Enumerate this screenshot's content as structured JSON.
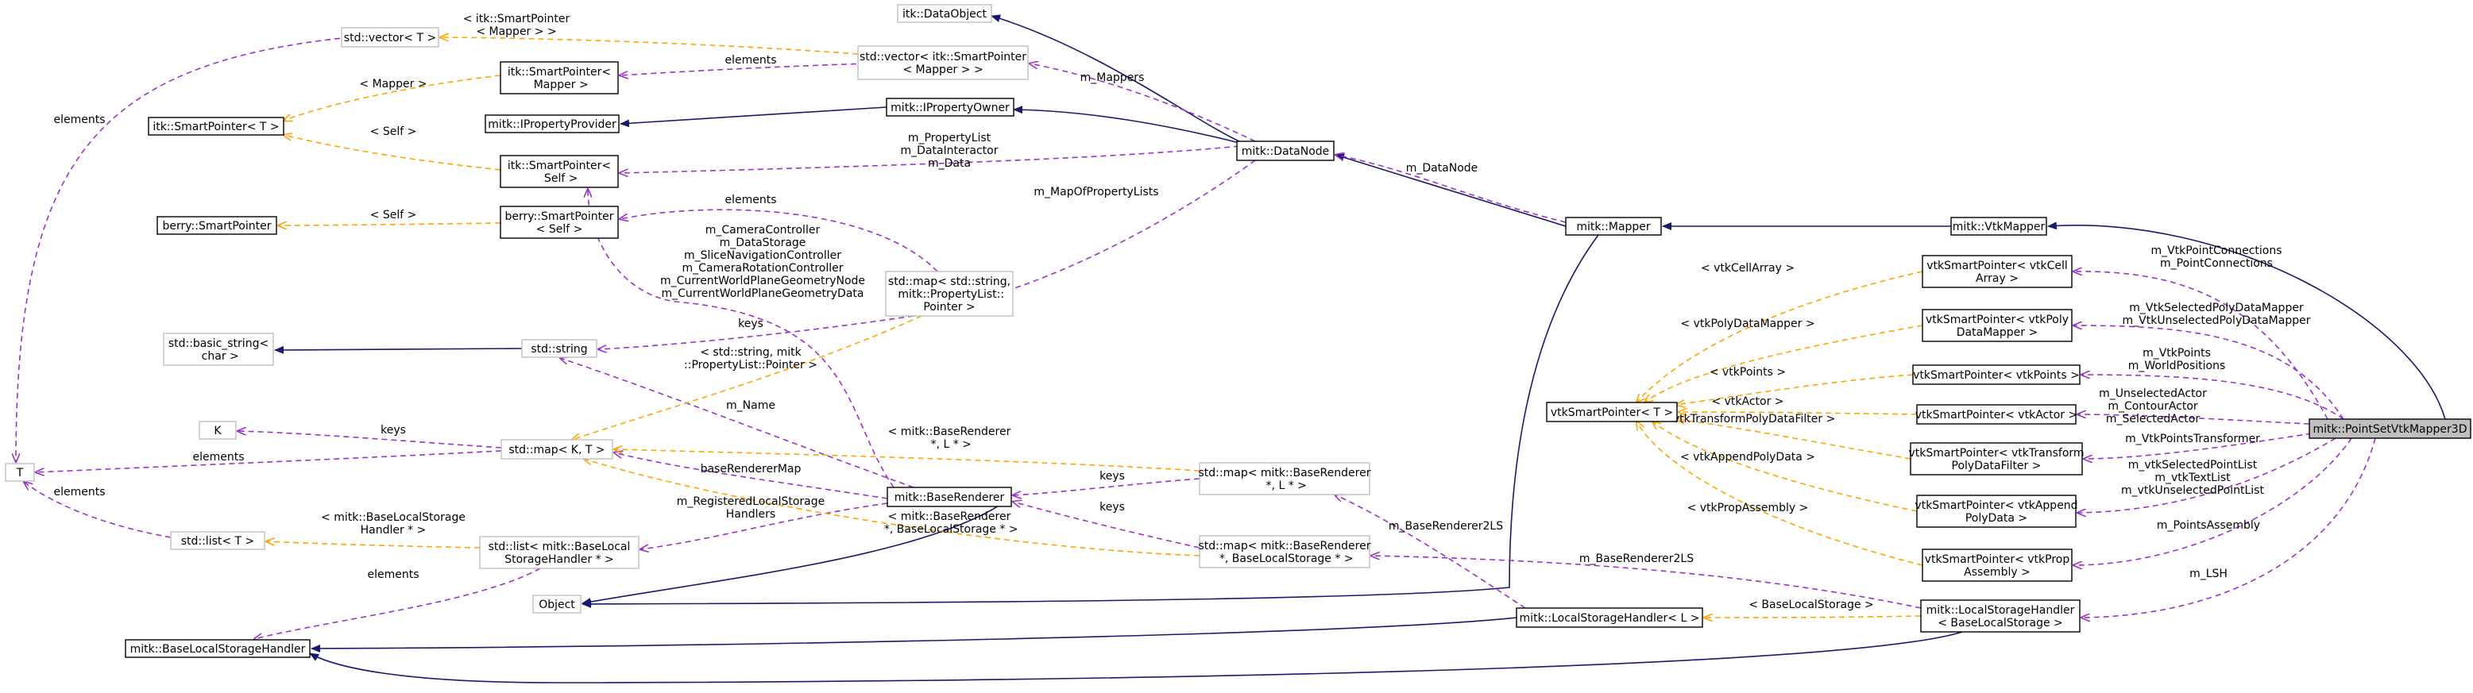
{
  "nodes": {
    "main": "mitk::PointSetVtkMapper3D",
    "vtkMapper": "mitk::VtkMapper",
    "mapper": "mitk::Mapper",
    "dataNode": "mitk::DataNode",
    "propertyOwner": "mitk::IPropertyOwner",
    "propertyProvider": "mitk::IPropertyProvider",
    "dataObject": "itk::DataObject",
    "vectorSmartPtrMapper": "std::vector< itk::SmartPointer\n< Mapper > >",
    "smartPtrMapper": "itk::SmartPointer<\n Mapper >",
    "vectorT": "std::vector< T >",
    "itkSmartPointerT": "itk::SmartPointer< T >",
    "smartPtrSelf": "itk::SmartPointer<\n Self >",
    "berrySmartPointer": "berry::SmartPointer",
    "berrySmartPtrSelf": "berry::SmartPointer\n< Self >",
    "mapStringPropList": "std::map< std::string,\n mitk::PropertyList::\nPointer >",
    "stdString": "std::string",
    "basicString": "std::basic_string<\n char >",
    "K": "K",
    "T": "T",
    "mapKT": "std::map< K, T >",
    "listT": "std::list< T >",
    "listBaseLocal": "std::list< mitk::BaseLocal\nStorageHandler * >",
    "baseRenderer": "mitk::BaseRenderer",
    "mapBaseRendererL": "std::map< mitk::BaseRenderer\n *, L * >",
    "mapBaseRendererBLS": "std::map< mitk::BaseRenderer\n *, BaseLocalStorage * >",
    "object": "Object",
    "baseLocalStorageHandler": "mitk::BaseLocalStorageHandler",
    "localStorageHandlerL": "mitk::LocalStorageHandler< L >",
    "localStorageHandlerBLS": "mitk::LocalStorageHandler\n< BaseLocalStorage >",
    "vtkSmartPointerT": "vtkSmartPointer< T >",
    "vtkSPCellArray": "vtkSmartPointer< vtkCell\nArray >",
    "vtkSPPolyDataMapper": "vtkSmartPointer< vtkPoly\nDataMapper >",
    "vtkSPPoints": "vtkSmartPointer< vtkPoints >",
    "vtkSPActor": "vtkSmartPointer< vtkActor >",
    "vtkSPTransform": "vtkSmartPointer< vtkTransform\nPolyDataFilter >",
    "vtkSPAppend": "vtkSmartPointer< vtkAppend\nPolyData >",
    "vtkSPPropAssembly": "vtkSmartPointer< vtkProp\nAssembly >"
  },
  "edge_labels": {
    "vectorT_smartPtrMapper": "< itk::SmartPointer\n< Mapper > >",
    "elements_mapper": "elements",
    "mappers": "m_Mappers",
    "mapper_tmpl": "< Mapper >",
    "self_itk": "< Self >",
    "self_berry": "< Self >",
    "propertyList": "m_PropertyList\nm_DataInteractor\nm_Data",
    "dataNode": "m_DataNode",
    "mapOfPropertyLists": "m_MapOfPropertyLists",
    "elements_berry": "elements",
    "cameraEtc": "m_CameraController\nm_DataStorage\nm_SliceNavigationController\nm_CameraRotationController\nm_CurrentWorldPlaneGeometryNode\nm_CurrentWorldPlaneGeometryData",
    "keys_string": "keys",
    "stringPropTmpl": "< std::string, mitk\n::PropertyList::Pointer >",
    "name": "m_Name",
    "keys_K": "keys",
    "elements_T_map": "elements",
    "elements_T_vector": "elements",
    "elements_T_list": "elements",
    "baseRendererMap": "baseRendererMap",
    "rendererLTmpl": "< mitk::BaseRenderer\n *, L * >",
    "keys_rendererL": "keys",
    "registeredLocalStorage": "m_RegisteredLocalStorage\nHandlers",
    "rendererBLSTmpl": "< mitk::BaseRenderer\n *, BaseLocalStorage * >",
    "keys_rendererBLS": "keys",
    "baseLocalStorageTmpl": "< mitk::BaseLocalStorage\nHandler * >",
    "elements_bls": "elements",
    "baseRenderer2LS_L": "m_BaseRenderer2LS",
    "baseRenderer2LS_BLS": "m_BaseRenderer2LS",
    "baseLocalStorage": "< BaseLocalStorage >",
    "vtkCellArray": "< vtkCellArray >",
    "vtkPolyDataMapper": "< vtkPolyDataMapper >",
    "vtkPoints": "< vtkPoints >",
    "vtkActor": "< vtkActor >",
    "vtkTransform": "< vtkTransformPolyDataFilter >",
    "vtkAppend": "< vtkAppendPolyData >",
    "vtkPropAssembly": "< vtkPropAssembly >",
    "pointConnections": "m_VtkPointConnections\nm_PointConnections",
    "polyDataMapper": "m_VtkSelectedPolyDataMapper\nm_VtkUnselectedPolyDataMapper",
    "points": "m_VtkPoints\nm_WorldPositions",
    "actors": "m_UnselectedActor\nm_ContourActor\nm_SelectedActor",
    "pointsTransformer": "m_VtkPointsTransformer",
    "pointLists": "m_vtkSelectedPointList\nm_vtkTextList\nm_vtkUnselectedPointList",
    "pointsAssembly": "m_PointsAssembly",
    "lsh": "m_LSH"
  },
  "colors": {
    "inheritance": "#191970",
    "usage": "#9a32cd",
    "template": "#ffa500",
    "highlight_fill": "#bfbfbf",
    "grey_border": "#bfbfbf"
  }
}
